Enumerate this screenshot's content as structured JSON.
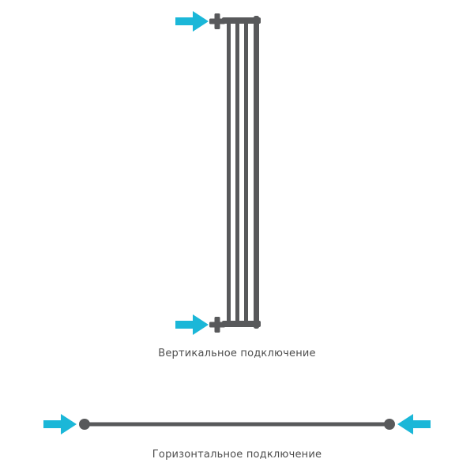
{
  "colors": {
    "accent_cyan": "#1bb7d8",
    "metal_gray": "#58595b",
    "label_text": "#4d4d4d",
    "background": "#ffffff"
  },
  "vertical_section": {
    "label": "Вертикальное подключение"
  },
  "horizontal_section": {
    "label": "Горизонтальное подключение"
  },
  "icons": {
    "vertical_top_arrow": "flow-arrow-right",
    "vertical_bottom_arrow": "flow-arrow-right",
    "horizontal_left_arrow": "flow-arrow-right",
    "horizontal_right_arrow": "flow-arrow-left"
  }
}
